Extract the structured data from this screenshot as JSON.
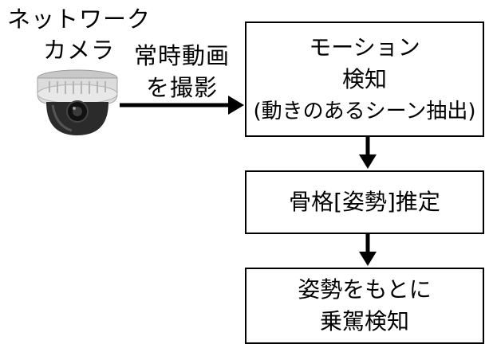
{
  "camera": {
    "label_line1": "ネットワーク",
    "label_line2": "カメラ"
  },
  "capture_arrow": {
    "label_line1": "常時動画",
    "label_line2": "を撮影"
  },
  "boxes": [
    {
      "line1": "モーション",
      "line2": "検知",
      "line3": "(動きのあるシーン抽出)"
    },
    {
      "line1": "骨格[姿勢]推定"
    },
    {
      "line1": "姿勢をもとに",
      "line2": "乗駕検知"
    }
  ],
  "colors": {
    "stroke": "#000000",
    "camera_housing": "#d9d9d9",
    "camera_dome": "#2b2b2b"
  }
}
